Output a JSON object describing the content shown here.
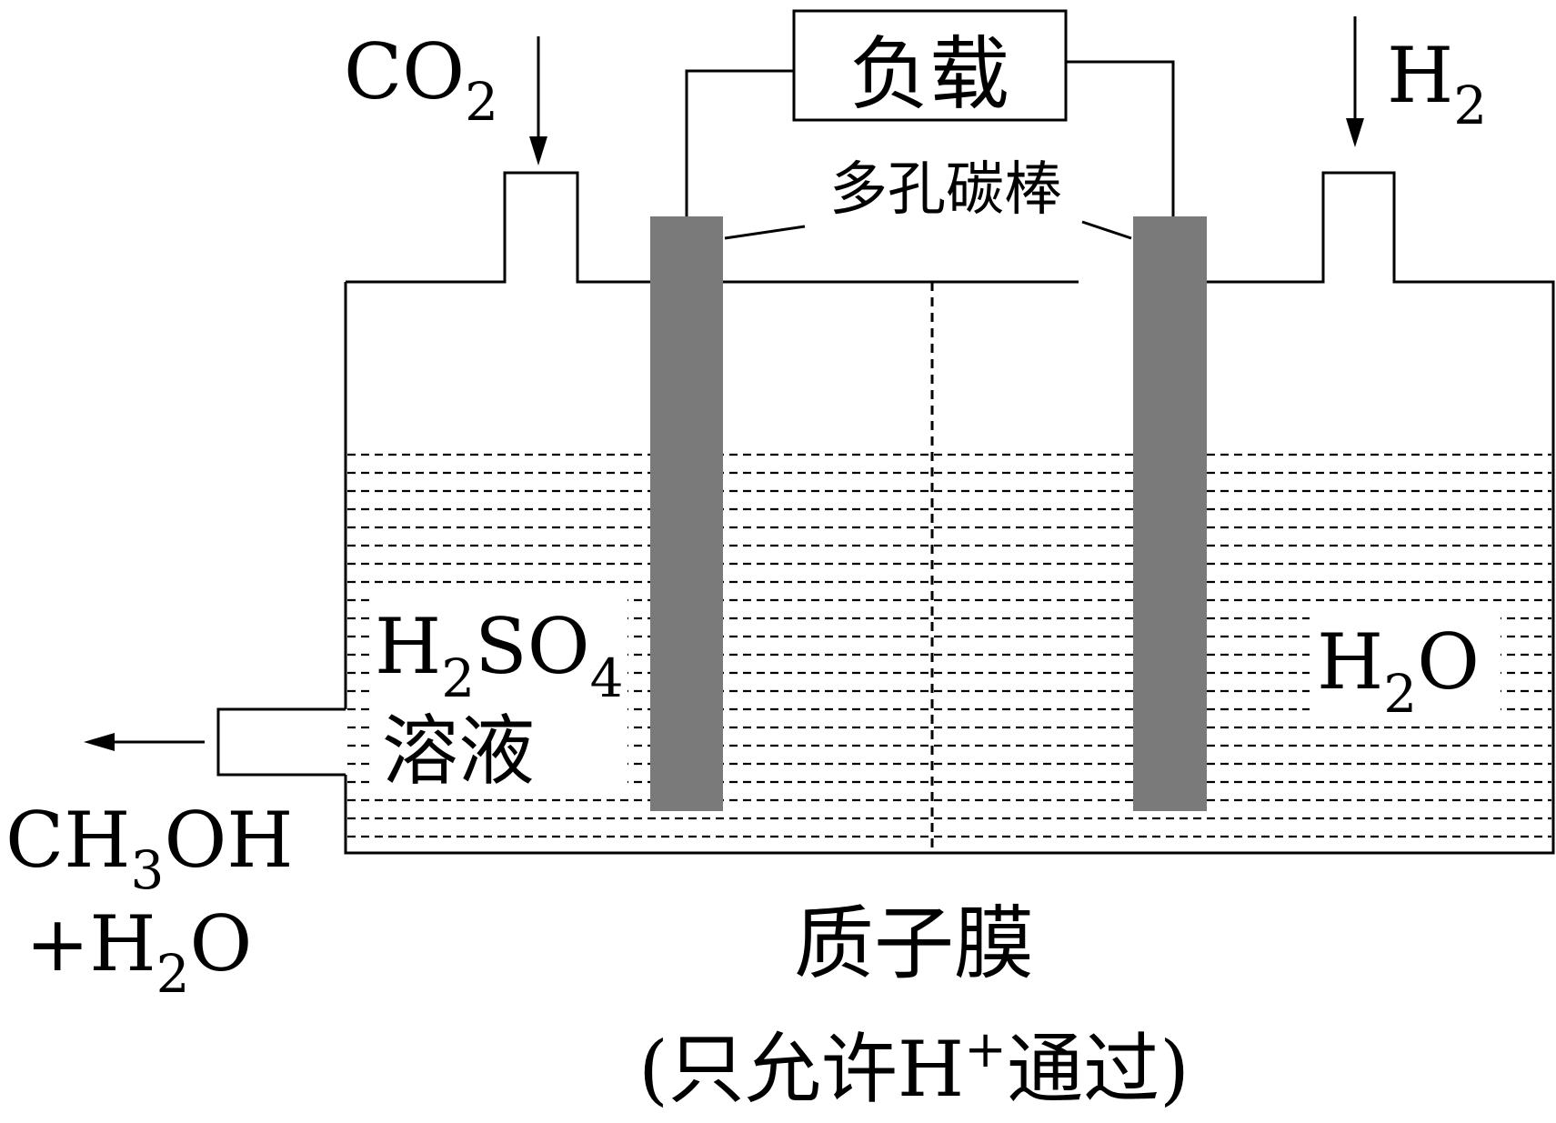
{
  "labels": {
    "load": "负载",
    "electrode": "多孔碳棒",
    "co2_main": "CO",
    "co2_sub": "2",
    "h2_main": "H",
    "h2_sub": "2",
    "left_solution_h": "H",
    "left_solution_sub1": "2",
    "left_solution_so": "SO",
    "left_solution_sub2": "4",
    "left_solution_word": "溶液",
    "right_solution_h": "H",
    "right_solution_sub": "2",
    "right_solution_o": "O",
    "outlet_line1": "CH",
    "outlet_line1_sub": "3",
    "outlet_line1_end": "OH",
    "outlet_line2_start": "+H",
    "outlet_line2_sub": "2",
    "outlet_line2_end": "O",
    "membrane": "质子膜",
    "membrane_note_start": "(只允许H",
    "membrane_note_sup": "+",
    "membrane_note_end": "通过)"
  },
  "colors": {
    "line": "#000000",
    "electrode": "#7a7a7a",
    "background": "#ffffff"
  }
}
